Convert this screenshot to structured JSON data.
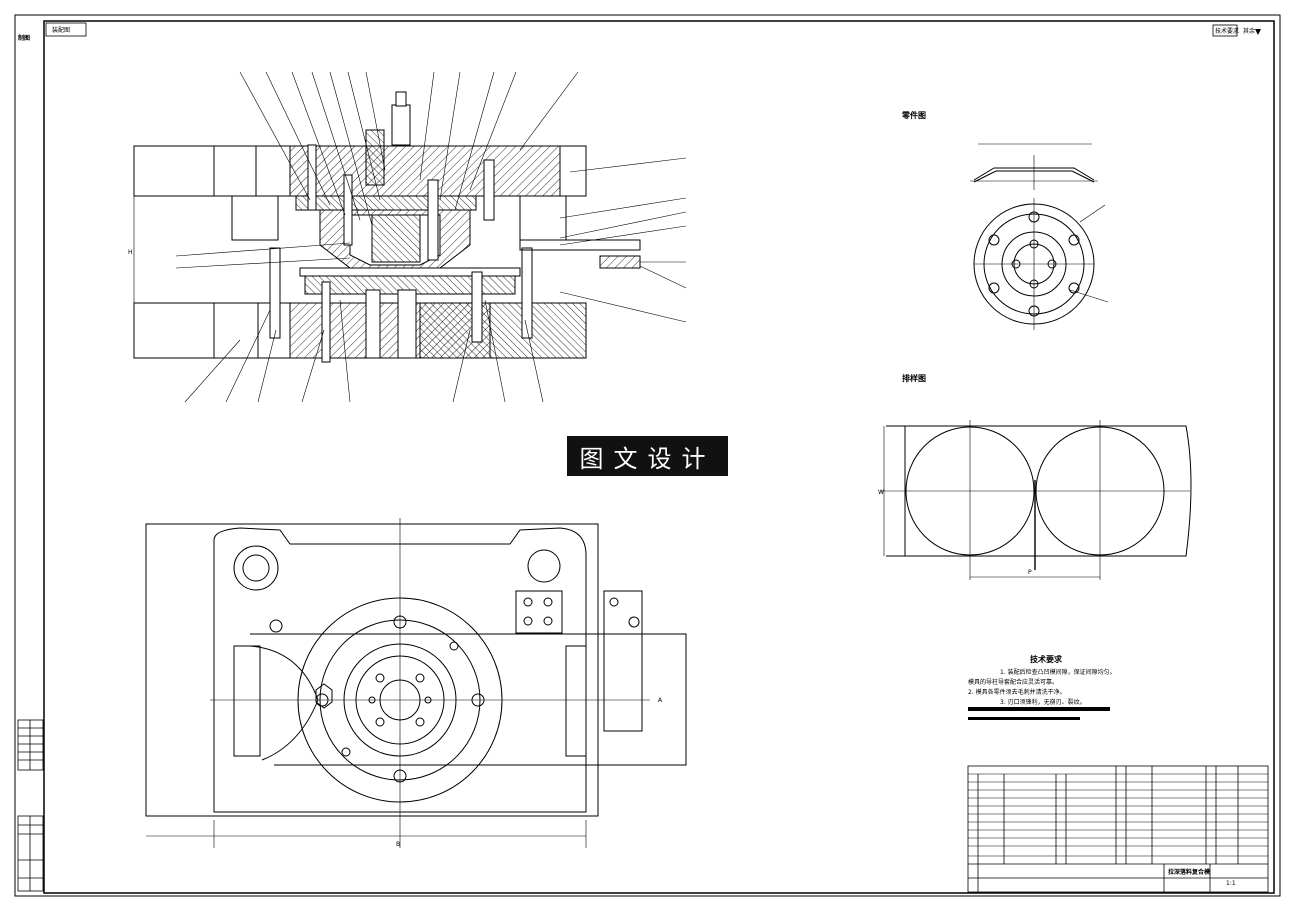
{
  "title_marks": {
    "top_left_code": "制图",
    "top_left_box": "装配图",
    "top_right_box": "技术要求",
    "top_right_mark": "其余"
  },
  "views": {
    "part_drawing_label": "零件图",
    "layout_drawing_label": "排样图",
    "dim_overall_height": "H",
    "dim_bottom_width": "B",
    "dim_layout_width": "W",
    "dim_pitch": "P",
    "section_mark": "A"
  },
  "watermark": "图文设计",
  "tech_requirements": {
    "heading": "技术要求",
    "lines": [
      "1. 装配后检查凸凹模间隙，保证间隙均匀。",
      "模具的导柱导套配合应灵活可靠。",
      "2. 模具各零件须去毛刺并清洗干净。",
      "3. 刃口须锋利，无崩刃、裂纹。"
    ]
  },
  "title_block": {
    "drawing_name": "拉深落料复合模",
    "scale": "1:1"
  },
  "colors": {
    "line": "#000000",
    "hatch": "#000000",
    "paper": "#ffffff",
    "watermark_bg": "#111111"
  }
}
